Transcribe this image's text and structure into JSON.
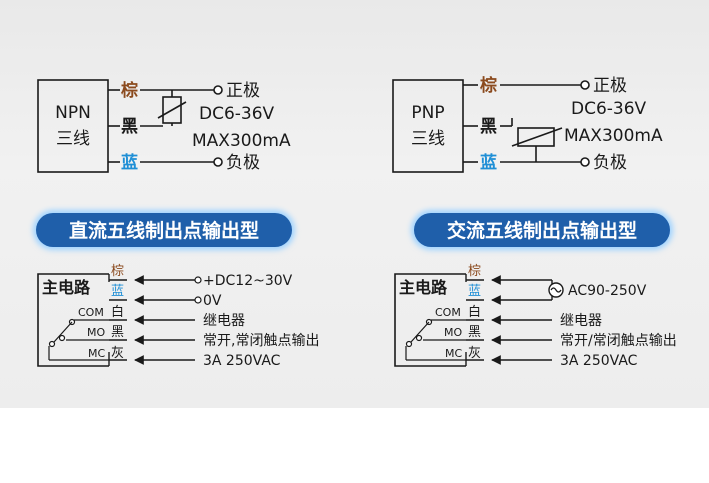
{
  "colors": {
    "brown": "#8b4a1e",
    "blue": "#1f8fd6",
    "black": "#1a1a1a",
    "banner": "#1f5faa",
    "banner_glow": "#9fd3ff"
  },
  "dc_diagram": {
    "sensor_line1": "NPN",
    "sensor_line2": "三线",
    "wire_brown": "棕",
    "wire_black": "黑",
    "wire_blue": "蓝",
    "positive": "正极",
    "voltage": "DC6-36V",
    "current": "MAX300mA",
    "negative": "负极"
  },
  "ac_diagram": {
    "sensor_line1": "PNP",
    "sensor_line2": "三线",
    "wire_brown": "棕",
    "wire_black": "黑",
    "wire_blue": "蓝",
    "positive": "正极",
    "voltage": "DC6-36V",
    "current": "MAX300mA",
    "negative": "负极"
  },
  "banners": {
    "left": "直流五线制出点输出型",
    "right": "交流五线制出点输出型"
  },
  "relay_left": {
    "main_circuit": "主电路",
    "wire1": "棕",
    "wire2": "蓝",
    "wire3": "白",
    "wire4": "黑",
    "wire5": "灰",
    "com": "COM",
    "mo": "MO",
    "mc": "MC",
    "label1": "+DC12~30V",
    "label2": "0V",
    "label3": "继电器",
    "label4": "常开,常闭触点输出",
    "label5": "3A 250VAC"
  },
  "relay_right": {
    "main_circuit": "主电路",
    "wire1": "棕",
    "wire2": "蓝",
    "wire3": "白",
    "wire4": "黑",
    "wire5": "灰",
    "com": "COM",
    "mo": "MO",
    "mc": "MC",
    "label1": "AC90-250V",
    "label3": "继电器",
    "label4": "常开/常闭触点输出",
    "label5": "3A 250VAC"
  }
}
